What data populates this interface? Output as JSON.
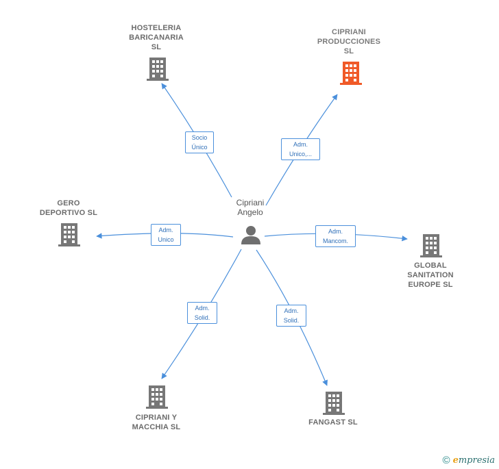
{
  "center": {
    "name": "Cipriani\nAngelo",
    "icon": "person-icon"
  },
  "colors": {
    "edge": "#4a8fdb",
    "building": "#777777",
    "building_highlight": "#f05a28"
  },
  "companies": [
    {
      "id": "hosteleria",
      "name": "HOSTELERIA\nBARICANARIA\nSL",
      "highlight": false
    },
    {
      "id": "cipriani-producciones",
      "name": "CIPRIANI\nPRODUCCIONES\nSL",
      "highlight": true
    },
    {
      "id": "gero",
      "name": "GERO\nDEPORTIVO SL",
      "highlight": false
    },
    {
      "id": "global",
      "name": "GLOBAL\nSANITATION\nEUROPE  SL",
      "highlight": false
    },
    {
      "id": "cipriani-macchia",
      "name": "CIPRIANI Y\nMACCHIA SL",
      "highlight": false
    },
    {
      "id": "fangast",
      "name": "FANGAST SL",
      "highlight": false
    }
  ],
  "relations": [
    {
      "to": "hosteleria",
      "label": "Socio\nÚnico"
    },
    {
      "to": "cipriani-producciones",
      "label": "Adm.\nUnico,..."
    },
    {
      "to": "gero",
      "label": "Adm.\nUnico"
    },
    {
      "to": "global",
      "label": "Adm.\nMancom."
    },
    {
      "to": "cipriani-macchia",
      "label": "Adm.\nSolid."
    },
    {
      "to": "fangast",
      "label": "Adm.\nSolid."
    }
  ],
  "footer": {
    "copyright": "©",
    "brand_initial": "e",
    "brand_rest": "mpresia"
  }
}
